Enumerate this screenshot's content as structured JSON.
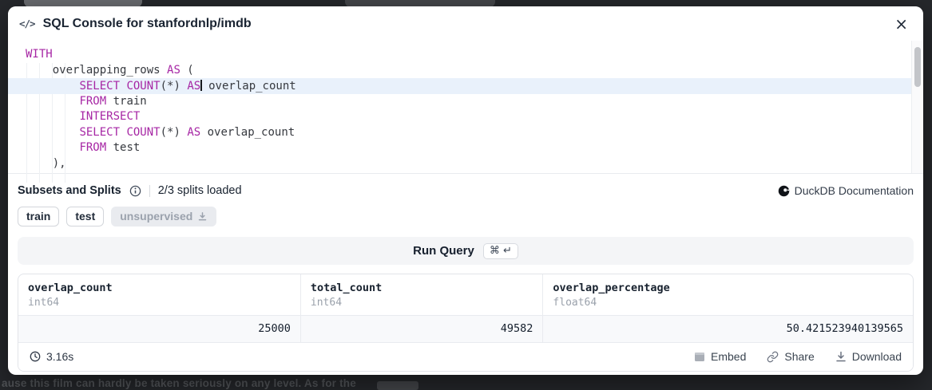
{
  "colors": {
    "keyword": "#a626a4",
    "active_line": "#e9f1fb",
    "modal_bg": "#ffffff",
    "overlay_bg": "#26282c",
    "muted": "#9aa1ab"
  },
  "background": {
    "page_text": "ause this film can hardly be taken seriously on any level. As for the"
  },
  "header": {
    "title": "SQL Console for stanfordnlp/imdb",
    "close_label": "×"
  },
  "editor": {
    "language": "sql",
    "active_line": 2,
    "lines": [
      [
        [
          "kw",
          "WITH"
        ]
      ],
      [
        [
          "plain",
          "    overlapping_rows "
        ],
        [
          "kw",
          "AS"
        ],
        [
          "plain",
          " ("
        ]
      ],
      [
        [
          "plain",
          "        "
        ],
        [
          "kw",
          "SELECT"
        ],
        [
          "plain",
          " "
        ],
        [
          "kw",
          "COUNT"
        ],
        [
          "plain",
          "(*) "
        ],
        [
          "kw",
          "AS"
        ],
        [
          "caret",
          ""
        ],
        [
          "plain",
          " overlap_count"
        ]
      ],
      [
        [
          "plain",
          "        "
        ],
        [
          "kw",
          "FROM"
        ],
        [
          "plain",
          " train"
        ]
      ],
      [
        [
          "plain",
          "        "
        ],
        [
          "kw",
          "INTERSECT"
        ]
      ],
      [
        [
          "plain",
          "        "
        ],
        [
          "kw",
          "SELECT"
        ],
        [
          "plain",
          " "
        ],
        [
          "kw",
          "COUNT"
        ],
        [
          "plain",
          "(*) "
        ],
        [
          "kw",
          "AS"
        ],
        [
          "plain",
          " overlap_count"
        ]
      ],
      [
        [
          "plain",
          "        "
        ],
        [
          "kw",
          "FROM"
        ],
        [
          "plain",
          " test"
        ]
      ],
      [
        [
          "plain",
          "    ),"
        ]
      ]
    ]
  },
  "splits": {
    "heading": "Subsets and Splits",
    "status": "2/3 splits loaded",
    "tags": [
      {
        "label": "train",
        "loaded": true
      },
      {
        "label": "test",
        "loaded": true
      },
      {
        "label": "unsupervised",
        "loaded": false
      }
    ]
  },
  "docs": {
    "label": "DuckDB Documentation"
  },
  "run": {
    "label": "Run Query",
    "shortcut": "⌘ ↵"
  },
  "results": {
    "columns": [
      {
        "name": "overlap_count",
        "type": "int64"
      },
      {
        "name": "total_count",
        "type": "int64"
      },
      {
        "name": "overlap_percentage",
        "type": "float64"
      }
    ],
    "rows": [
      [
        "25000",
        "49582",
        "50.421523940139565"
      ]
    ],
    "elapsed": "3.16s"
  },
  "footer": {
    "embed_label": "Embed",
    "share_label": "Share",
    "download_label": "Download"
  }
}
